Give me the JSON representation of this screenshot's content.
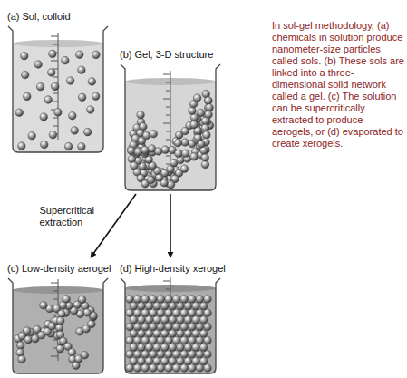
{
  "diagram": {
    "caption": "In sol-gel methodology, (a) chemicals in solution produce nanometer-size particles called sols. (b) These sols are linked into a three-dimensional solid network called a gel. (c) The solution can be supercritically extracted to produce aerogels, or (d) evaporated to create xerogels.",
    "nodes": [
      {
        "text": [
          "(a) Sol, colloid"
        ]
      },
      {
        "text": [
          "(b) Gel, 3-D structure"
        ]
      },
      {
        "text": [
          "(c) Low-density aerogel"
        ]
      },
      {
        "text": [
          "(d) High-density xerogel"
        ]
      }
    ],
    "edges": [
      {
        "from": 1,
        "to": 2,
        "arrow": "to",
        "label": "Supercritical extraction"
      },
      {
        "from": 1,
        "to": 3,
        "arrow": "to"
      }
    ]
  }
}
